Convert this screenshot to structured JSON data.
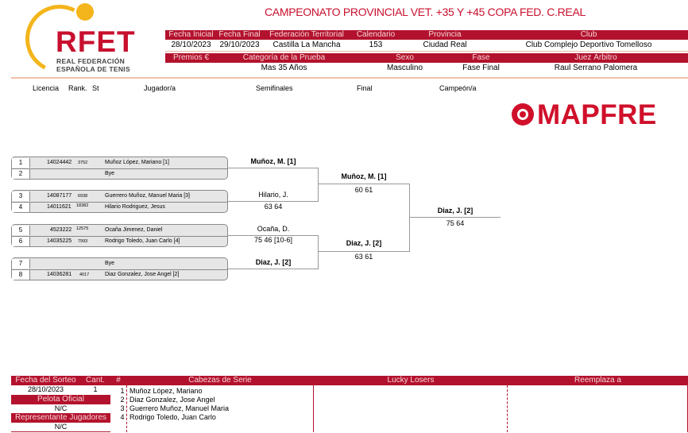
{
  "header": {
    "title": "CAMPEONATO PROVINCIAL VET. +35 Y +45 COPA FED. C.REAL",
    "logo": {
      "name": "RFET",
      "line1": "REAL FEDERACIÓN",
      "line2": "ESPAÑOLA DE TENIS"
    },
    "info_row1": {
      "labels": [
        "Fecha Inicial",
        "Fecha Final",
        "Federación Territorial",
        "Calendario",
        "Provincia",
        "Club"
      ],
      "values": [
        "28/10/2023",
        "29/10/2023",
        "Castilla La Mancha",
        "153",
        "Ciudad Real",
        "Club Complejo Deportivo Tomelloso"
      ]
    },
    "info_row2": {
      "labels": [
        "Premios €",
        "Categoría de la Prueba",
        "Sexo",
        "Fase",
        "Juez Árbitro"
      ],
      "values": [
        "",
        "Mas 35 Años",
        "Masculino",
        "Fase Final",
        "Raul Serrano Palomera"
      ]
    },
    "columns": [
      "Licencia",
      "Rank.",
      "St",
      "Jugador/a",
      "Semifinales",
      "Final",
      "Campeón/a"
    ],
    "sponsor": "MAPFRE",
    "brand_color": "#b3122e"
  },
  "draw": {
    "players": [
      {
        "num": "1",
        "licencia": "14024442",
        "rank": "3752",
        "name": "Muñoz López, Mariano [1]"
      },
      {
        "num": "2",
        "licencia": "",
        "rank": "",
        "name": "Bye"
      },
      {
        "num": "3",
        "licencia": "14087177",
        "rank": "6938",
        "name": "Guerrero Muñoz, Manuel Maria [3]"
      },
      {
        "num": "4",
        "licencia": "14011621",
        "rank": "18382",
        "name": "Hilario Rodriguez, Jesus"
      },
      {
        "num": "5",
        "licencia": "4523222",
        "rank": "12575",
        "name": "Ocaña Jimenez, Daniel"
      },
      {
        "num": "6",
        "licencia": "14035225",
        "rank": "7993",
        "name": "Rodrigo Toledo, Juan Carlo [4]"
      },
      {
        "num": "7",
        "licencia": "",
        "rank": "",
        "name": "Bye"
      },
      {
        "num": "8",
        "licencia": "14036281",
        "rank": "4017",
        "name": "Diaz Gonzalez, Jose Angel [2]"
      }
    ],
    "round1": [
      {
        "winner": "Muñoz, M. [1]",
        "bold": true,
        "score": ""
      },
      {
        "winner": "Hilario, J.",
        "bold": false,
        "score": "63 64"
      },
      {
        "winner": "Ocaña, D.",
        "bold": false,
        "score": "75 46 [10-6]"
      },
      {
        "winner": "Diaz, J. [2]",
        "bold": true,
        "score": ""
      }
    ],
    "semifinals": [
      {
        "winner": "Muñoz, M. [1]",
        "score": "60 61"
      },
      {
        "winner": "Diaz, J. [2]",
        "score": "63 61"
      }
    ],
    "final": {
      "winner": "Diaz, J. [2]",
      "score": "75 64"
    }
  },
  "footer": {
    "fecha_sorteo_label": "Fecha del Sorteo",
    "fecha_sorteo": "28/10/2023",
    "cant_label": "Cant.",
    "cant": "1",
    "pelota_label": "Pelota Oficial",
    "pelota": "N/C",
    "representante_label": "Representante Jugadores",
    "representante": "N/C",
    "hash_label": "#",
    "cabezas_label": "Cabezas de Serie",
    "seeds": [
      {
        "n": "1",
        "name": "Muñoz López, Mariano"
      },
      {
        "n": "2",
        "name": "Diaz Gonzalez, Jose Angel"
      },
      {
        "n": "3",
        "name": "Guerrero Muñoz, Manuel Maria"
      },
      {
        "n": "4",
        "name": "Rodrigo Toledo, Juan Carlo"
      }
    ],
    "lucky_losers_label": "Lucky Losers",
    "reemplaza_label": "Reemplaza a"
  }
}
